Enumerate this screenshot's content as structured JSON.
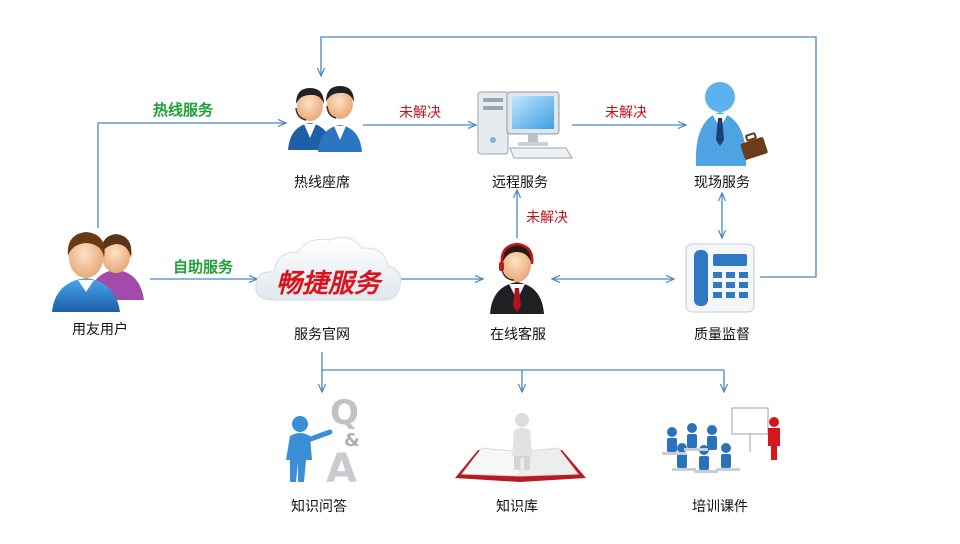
{
  "colors": {
    "connector": "#4a86c5",
    "label_green": "#1fa23a",
    "label_red": "#c0121b",
    "brand_red": "#d8141c",
    "person_blue": "#3a8fd6"
  },
  "nodes": {
    "users": {
      "label": "用友用户",
      "icon": "users-icon"
    },
    "hotline": {
      "label": "热线座席",
      "icon": "call-center-agents-icon"
    },
    "remote": {
      "label": "远程服务",
      "icon": "desktop-computer-icon"
    },
    "onsite": {
      "label": "现场服务",
      "icon": "businessman-briefcase-icon"
    },
    "website": {
      "label": "服务官网",
      "icon": "cloud-logo-icon",
      "logo_text": "畅捷服务"
    },
    "online": {
      "label": "在线客服",
      "icon": "headset-agent-icon"
    },
    "quality": {
      "label": "质量监督",
      "icon": "telephone-icon"
    },
    "qa": {
      "label": "知识问答",
      "icon": "qa-figure-icon"
    },
    "kb": {
      "label": "知识库",
      "icon": "open-book-icon"
    },
    "training": {
      "label": "培训课件",
      "icon": "classroom-icon"
    }
  },
  "edges": {
    "hotline_service": "热线服务",
    "self_service": "自助服务",
    "unresolved_1": "未解决",
    "unresolved_2": "未解决",
    "unresolved_3": "未解决"
  }
}
